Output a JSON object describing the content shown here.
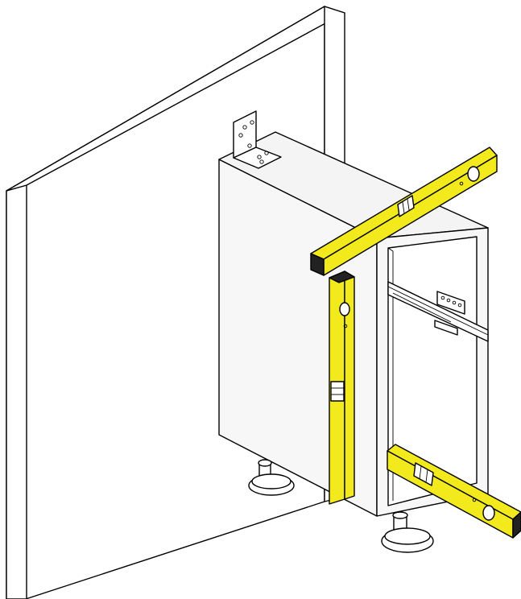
{
  "diagram": {
    "colors": {
      "level_yellow": "#f2ea1c",
      "level_end": "#222222",
      "panel_fill": "#ffffff",
      "cabinet_fill": "#f7f7f7",
      "line": "#000000"
    },
    "parts": [
      "wall-panel",
      "mounting-bracket",
      "cabinet",
      "drawer-slide",
      "adjustable-foot",
      "spirit-level"
    ]
  }
}
